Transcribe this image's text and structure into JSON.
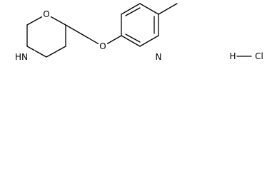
{
  "molecule": {
    "atoms": {
      "morpholine_oxygen": "O",
      "morpholine_nitrogen_hydrogen": "HN",
      "ether_oxygen": "O",
      "pyridine_nitrogen": "N"
    },
    "salt": {
      "hydrogen": "H",
      "chlorine": "Cl"
    }
  },
  "colors": {
    "bond": "#000000",
    "text": "#000000",
    "background": "#ffffff"
  }
}
